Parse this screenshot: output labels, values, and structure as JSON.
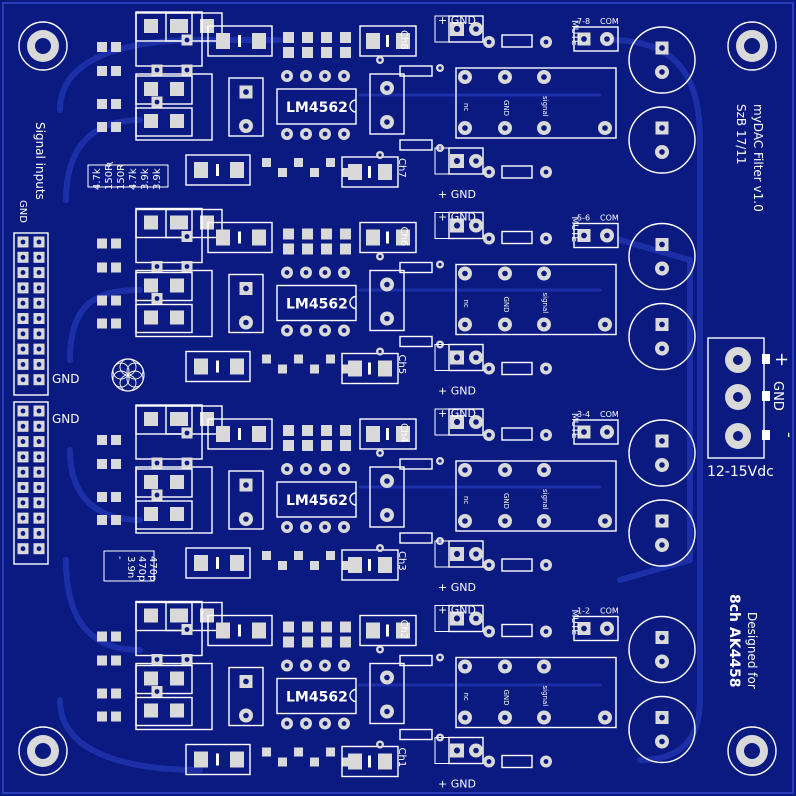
{
  "board": {
    "title": "myDAC Filter v1.0",
    "version": "SzB 17/11",
    "designed_for_line1": "Designed for",
    "designed_for_line2": "8ch  AK4458",
    "signal_inputs": "Signal inputs",
    "power_label": "12-15Vdc",
    "power_plus": "+",
    "power_gnd": "GND",
    "power_minus": "-",
    "colors": {
      "background": "#0a1a80",
      "copper": "#1c2fa6",
      "pad": "#d9d9d9",
      "silk": "#ffffff"
    }
  },
  "header_labels": {
    "gnd_top": "GND",
    "gnd_mid_upper": "GND",
    "gnd_mid_lower": "GND"
  },
  "notes": {
    "values_box": [
      "4.7k",
      "150R",
      "150R",
      "4.7k",
      "3.9k",
      "3.9k"
    ],
    "cap_box": [
      "470p",
      "470p",
      "3.9n",
      "-"
    ]
  },
  "channels": [
    {
      "top_ch": "Ch8",
      "bot_ch": "Ch7",
      "ic": "LM4562",
      "mute": "7-8",
      "com": "COM",
      "mute_label": "MUTE",
      "plus_gnd": "+  GND",
      "relay_nc": "nc",
      "relay_gnd": "GND",
      "relay_signal": "signal"
    },
    {
      "top_ch": "Ch6",
      "bot_ch": "Ch5",
      "ic": "LM4562",
      "mute": "5-6",
      "com": "COM",
      "mute_label": "MUTE",
      "plus_gnd": "+  GND",
      "relay_nc": "nc",
      "relay_gnd": "GND",
      "relay_signal": "signal"
    },
    {
      "top_ch": "Ch4",
      "bot_ch": "Ch3",
      "ic": "LM4562",
      "mute": "3-4",
      "com": "COM",
      "mute_label": "MUTE",
      "plus_gnd": "+  GND",
      "relay_nc": "nc",
      "relay_gnd": "GND",
      "relay_signal": "signal"
    },
    {
      "top_ch": "Ch2",
      "bot_ch": "Ch1",
      "ic": "LM4562",
      "mute": "1-2",
      "com": "COM",
      "mute_label": "MUTE",
      "plus_gnd": "+  GND",
      "relay_nc": "nc",
      "relay_gnd": "GND",
      "relay_signal": "signal"
    }
  ]
}
